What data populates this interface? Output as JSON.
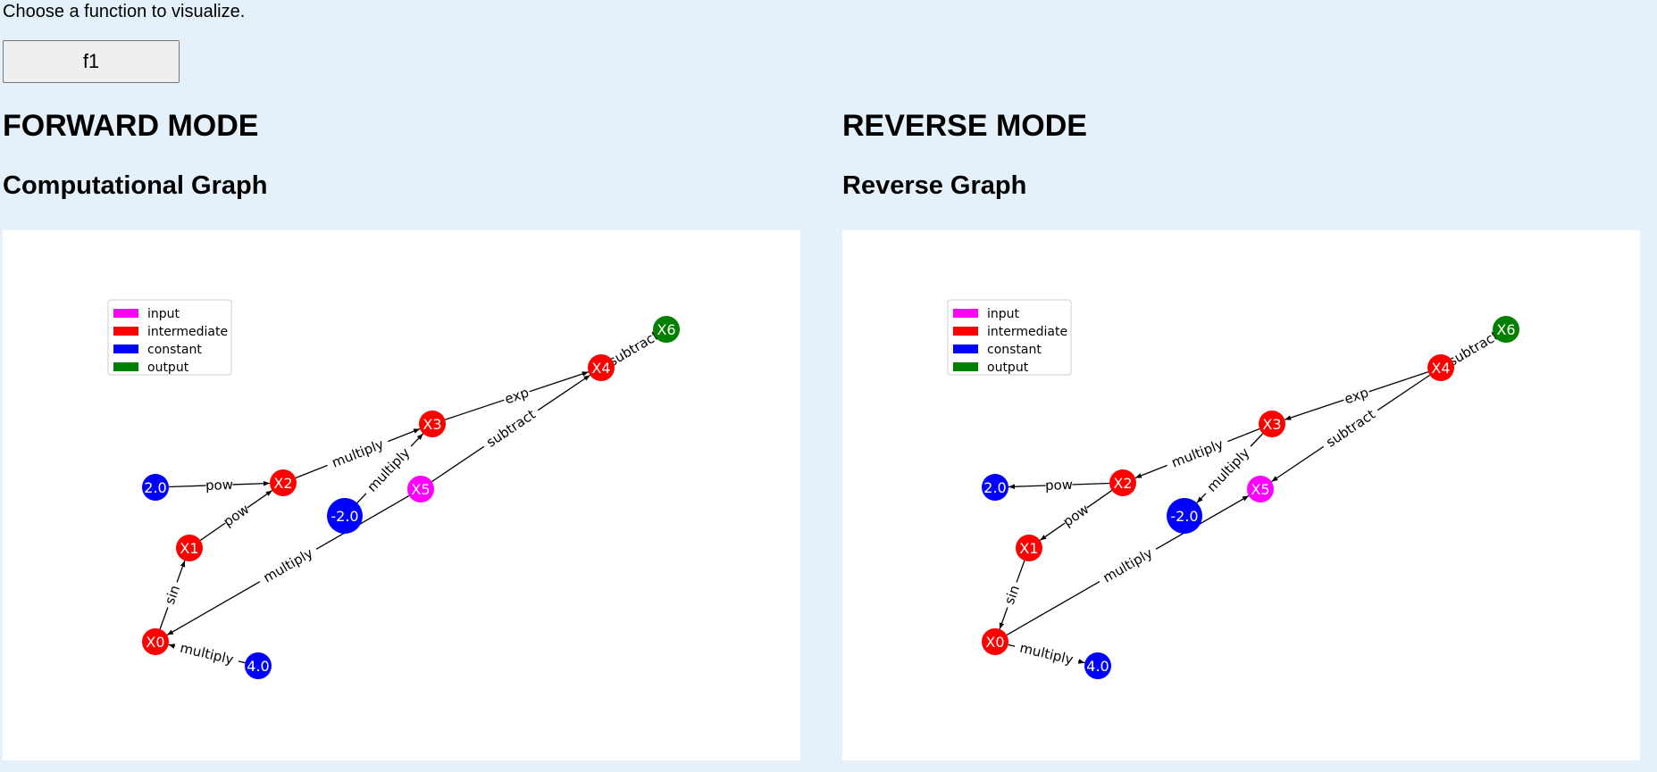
{
  "prompt": "Choose a function to visualize.",
  "function_select": {
    "value": "f1",
    "options": [
      "f1"
    ]
  },
  "forward": {
    "mode_title": "FORWARD MODE",
    "graph_title": "Computational Graph"
  },
  "reverse": {
    "mode_title": "REVERSE MODE",
    "graph_title": "Reverse Graph"
  },
  "colors": {
    "input": "#ff00ff",
    "intermediate": "#ff0000",
    "constant": "#0000ff",
    "output": "#008000",
    "background": "#e5f1fa",
    "panel": "#ffffff"
  },
  "legend": [
    {
      "label": "input",
      "kind": "input"
    },
    {
      "label": "intermediate",
      "kind": "intermediate"
    },
    {
      "label": "constant",
      "kind": "constant"
    },
    {
      "label": "output",
      "kind": "output"
    }
  ],
  "graph": {
    "nodes": [
      {
        "id": "X6",
        "label": "X6",
        "kind": "output"
      },
      {
        "id": "X4",
        "label": "X4",
        "kind": "intermediate"
      },
      {
        "id": "X3",
        "label": "X3",
        "kind": "intermediate"
      },
      {
        "id": "X2",
        "label": "X2",
        "kind": "intermediate"
      },
      {
        "id": "c2",
        "label": "2.0",
        "kind": "constant"
      },
      {
        "id": "X5",
        "label": "X5",
        "kind": "input"
      },
      {
        "id": "cm2",
        "label": "-2.0",
        "kind": "constant"
      },
      {
        "id": "X1",
        "label": "X1",
        "kind": "intermediate"
      },
      {
        "id": "X0",
        "label": "X0",
        "kind": "intermediate"
      },
      {
        "id": "c4",
        "label": "4.0",
        "kind": "constant"
      }
    ],
    "edges": [
      {
        "from": "X4",
        "to": "X6",
        "label": "subtract"
      },
      {
        "from": "X3",
        "to": "X4",
        "label": "exp"
      },
      {
        "from": "X5",
        "to": "X4",
        "label": "subtract"
      },
      {
        "from": "X2",
        "to": "X3",
        "label": "multiply"
      },
      {
        "from": "cm2",
        "to": "X3",
        "label": "multiply"
      },
      {
        "from": "c2",
        "to": "X2",
        "label": "pow"
      },
      {
        "from": "X1",
        "to": "X2",
        "label": "pow"
      },
      {
        "from": "X5",
        "to": "X0",
        "label": "multiply"
      },
      {
        "from": "X0",
        "to": "X1",
        "label": "sin"
      },
      {
        "from": "c4",
        "to": "X0",
        "label": "multiply"
      }
    ]
  }
}
